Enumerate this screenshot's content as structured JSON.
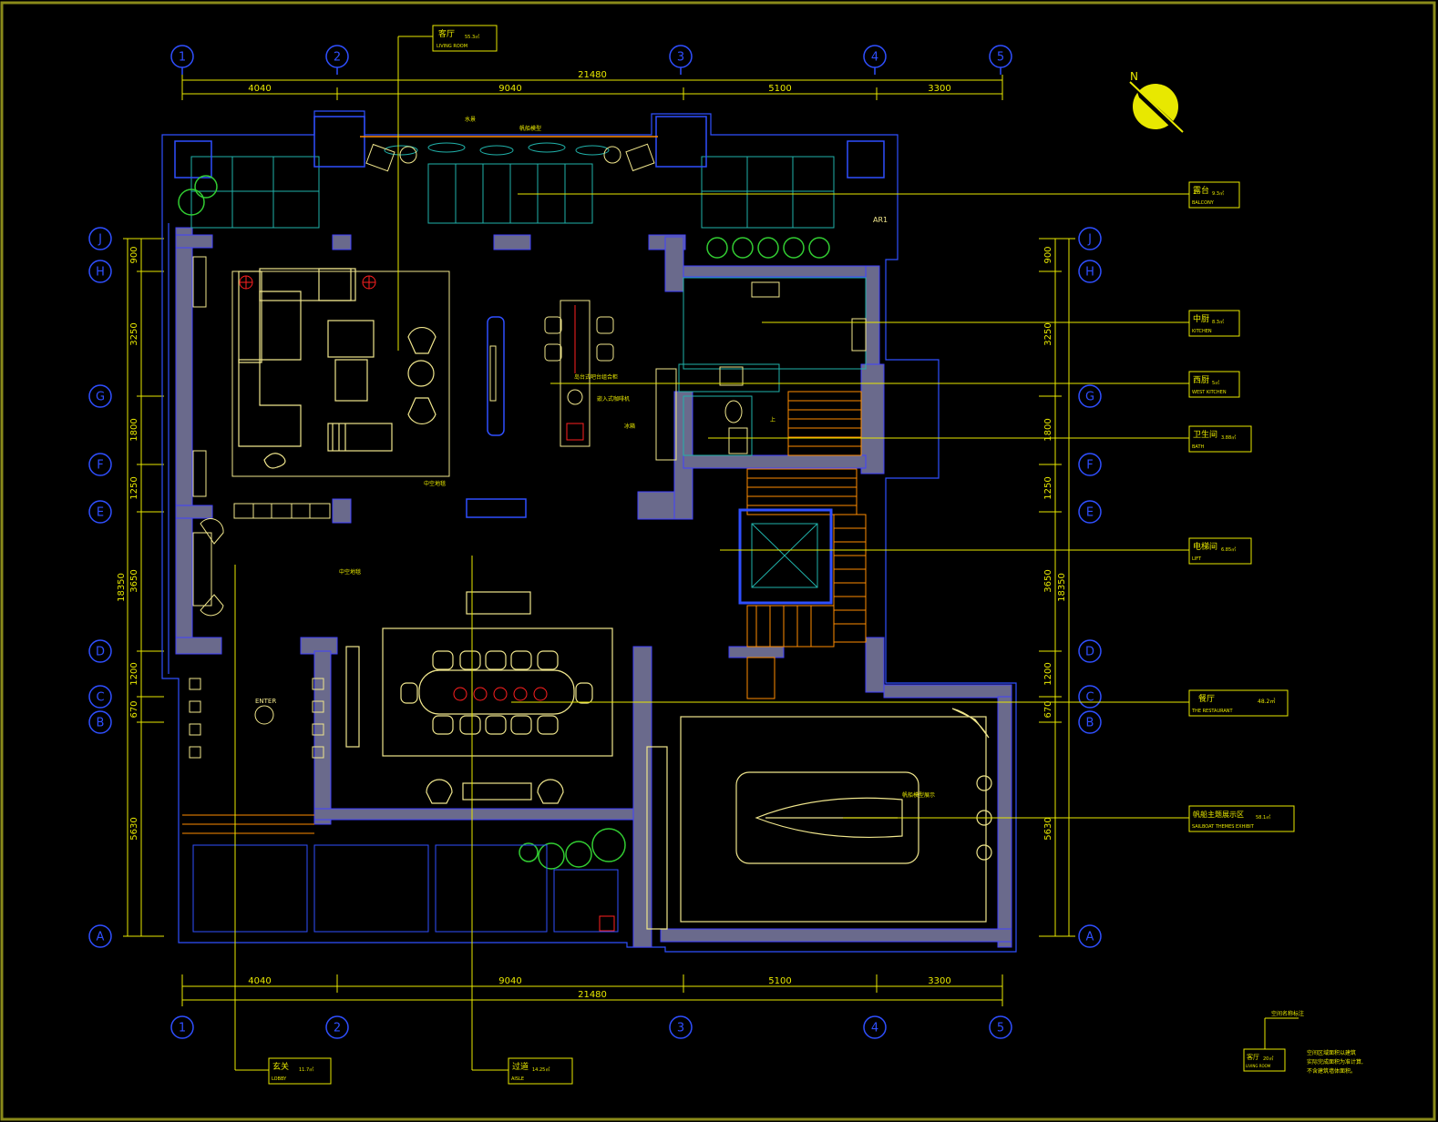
{
  "colors": {
    "background": "#000000",
    "frame": "#8a8a1a",
    "dimension": "#e8e800",
    "axis": "#2f4fff",
    "wall": "#6a6a8c",
    "wall_outline": "#4040ff",
    "furniture": "#f0e68c",
    "accent_cyan": "#20b2aa",
    "stair": "#ff8c00",
    "plant": "#32cd32",
    "red": "#ff2020"
  },
  "dimensions": {
    "top_segments": [
      "4040",
      "9040",
      "5100",
      "3300"
    ],
    "top_total": "21480",
    "bottom_segments": [
      "4040",
      "9040",
      "5100",
      "3300"
    ],
    "bottom_total": "21480",
    "left_segments": [
      "900",
      "3250",
      "1800",
      "1250",
      "3650",
      "1200",
      "670",
      "5630"
    ],
    "left_total": "18350",
    "right_segments": [
      "900",
      "3250",
      "1800",
      "1250",
      "3650",
      "1200",
      "670",
      "5630"
    ],
    "right_total": "18350"
  },
  "axes": {
    "columns": [
      "1",
      "2",
      "3",
      "4",
      "5"
    ],
    "rows": [
      "J",
      "H",
      "G",
      "F",
      "E",
      "D",
      "C",
      "B",
      "A"
    ]
  },
  "tags": {
    "living_room": {
      "cn": "客厅",
      "area": "55.3㎡",
      "en": "LIVING ROOM"
    },
    "balcony": {
      "cn": "露台",
      "area": "9.3㎡",
      "en": "BALCONY"
    },
    "kitchen": {
      "cn": "中厨",
      "area": "8.3㎡",
      "en": "KITCHEN"
    },
    "west_kitchen": {
      "cn": "西厨",
      "area": "5㎡",
      "en": "WEST KITCHEN"
    },
    "bath": {
      "cn": "卫生间",
      "area": "3.88㎡",
      "en": "BATH"
    },
    "lift": {
      "cn": "电梯间",
      "area": "6.85㎡",
      "en": "LIFT"
    },
    "restaurant": {
      "cn": "餐厅",
      "area": "48.2㎡",
      "en": "THE RESTAURANT"
    },
    "sailboat": {
      "cn": "帆船主题展示区",
      "area": "58.1㎡",
      "en": "SAILBOAT THEMES EXHIBIT"
    },
    "lobby": {
      "cn": "玄关",
      "area": "11.7㎡",
      "en": "LOBBY"
    },
    "aisle": {
      "cn": "过道",
      "area": "14.25㎡",
      "en": "AISLE"
    }
  },
  "annotations": {
    "ar1": "AR1",
    "enter": "ENTER",
    "water": "水景",
    "sailboat_model": "帆船模型",
    "carpet1": "中空地毯",
    "carpet2": "中空地毯",
    "bar": "岛台式吧台组合柜",
    "coffee": "嵌入式咖啡机",
    "fridge": "冰箱",
    "model_display": "帆船模型展示",
    "up": "上"
  },
  "legend": {
    "label_top": "空间名称标注",
    "tag_cn": "客厅",
    "tag_area": "20㎡",
    "tag_en": "LIVING ROOM",
    "note_lines": [
      "空间区域面积以建筑",
      "实际完成面积为准计算,",
      "不含建筑墙体面积。"
    ]
  },
  "north_symbol": "N"
}
